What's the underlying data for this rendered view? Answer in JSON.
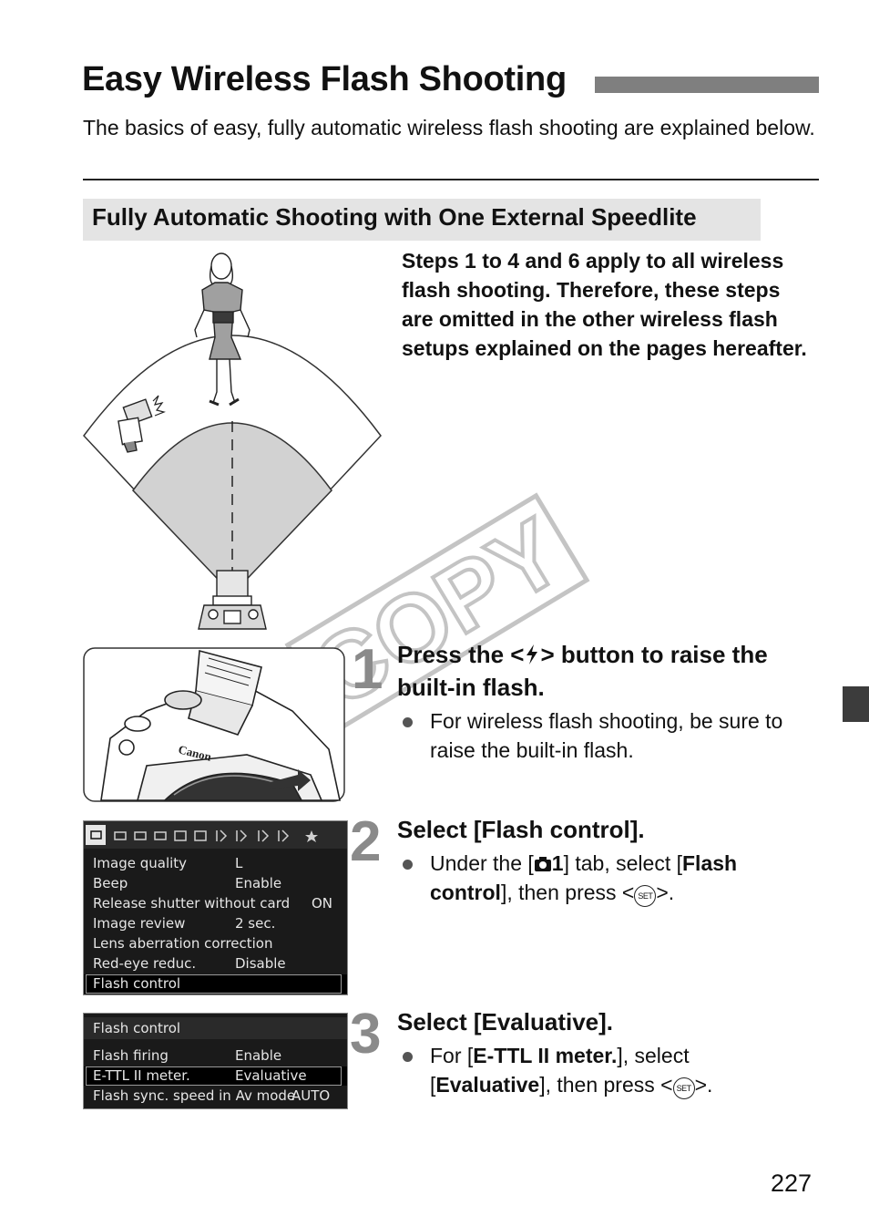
{
  "title": "Easy Wireless Flash Shooting",
  "intro": "The basics of easy, fully automatic wireless flash shooting are explained below.",
  "subheading": "Fully Automatic Shooting with One External Speedlite",
  "note": "Steps 1 to 4 and 6 apply to all wireless flash shooting. Therefore, these steps are omitted in the other wireless flash setups explained on the pages hereafter.",
  "watermark": "COPY",
  "camera_brand": "Canon",
  "page_number": "227",
  "steps": [
    {
      "number": "1",
      "title_pre": "Press the <",
      "title_post": "> button to raise the built-in flash.",
      "bullet": "For wireless flash shooting, be sure to raise the built-in flash."
    },
    {
      "number": "2",
      "title": "Select [Flash control].",
      "bullet_pre": "Under the [",
      "bullet_tab": "1",
      "bullet_mid": "] tab, select [",
      "bullet_bold": "Flash control",
      "bullet_post": "], then press <",
      "bullet_end": ">."
    },
    {
      "number": "3",
      "title": "Select [Evaluative].",
      "bullet_pre": "For [",
      "bullet_bold1": "E-TTL II meter.",
      "bullet_mid": "], select [",
      "bullet_bold2": "Evaluative",
      "bullet_post": "], then press <",
      "bullet_end": ">."
    }
  ],
  "set_icon_label": "SET",
  "menu1": {
    "rows": [
      {
        "label": "Image quality",
        "value": "L"
      },
      {
        "label": "Beep",
        "value": "Enable"
      },
      {
        "label": "Release shutter without card",
        "value": "ON"
      },
      {
        "label": "Image review",
        "value": "2 sec."
      },
      {
        "label": "Lens aberration correction",
        "value": ""
      },
      {
        "label": "Red-eye reduc.",
        "value": "Disable"
      },
      {
        "label": "Flash control",
        "value": ""
      }
    ]
  },
  "menu2": {
    "header": "Flash control",
    "rows": [
      {
        "label": "Flash firing",
        "value": "Enable"
      },
      {
        "label": "E-TTL II meter.",
        "value": "Evaluative"
      },
      {
        "label": "Flash sync. speed in Av mode",
        "value": "AUTO"
      }
    ]
  }
}
